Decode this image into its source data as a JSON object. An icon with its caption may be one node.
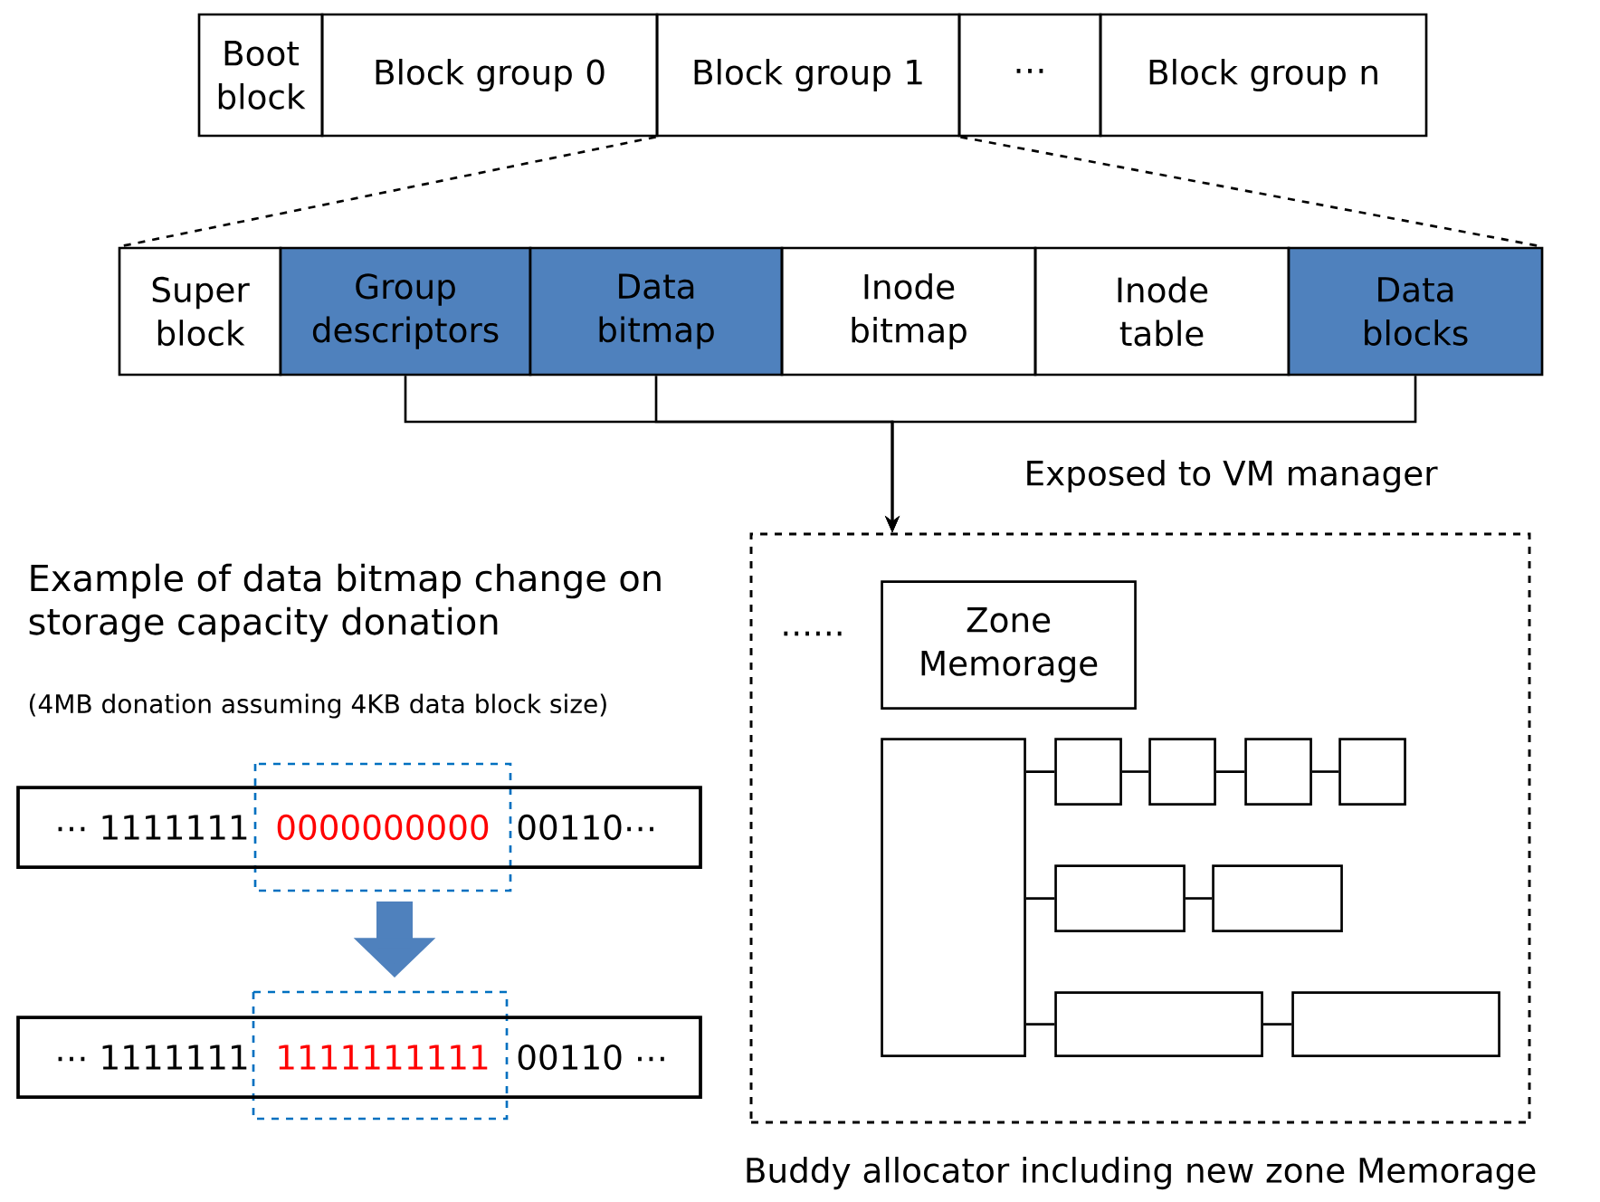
{
  "diagram": {
    "nodes": [
      {
        "text": [
          "Boot block"
        ]
      },
      {
        "text": [
          "Block group 0"
        ]
      },
      {
        "text": [
          "Block group 1"
        ]
      },
      {
        "text": [
          "⋯"
        ]
      },
      {
        "text": [
          "Block group n"
        ]
      },
      {
        "text": [
          "Super block"
        ]
      },
      {
        "text": [
          "Group descriptors"
        ]
      },
      {
        "text": [
          "Data bitmap"
        ]
      },
      {
        "text": [
          "Inode bitmap"
        ]
      },
      {
        "text": [
          "Inode table"
        ]
      },
      {
        "text": [
          "Data blocks"
        ]
      },
      {
        "text": [],
        "shape": "box",
        "beside": [
          "Buddy allocator including new zone Memorage"
        ]
      },
      {
        "text": [
          "Zone Memorage"
        ],
        "in": 11
      },
      {
        "text": [],
        "shape": "box",
        "in": 11
      },
      {
        "text": [],
        "shape": "box",
        "in": 11
      },
      {
        "text": [],
        "shape": "box",
        "in": 11
      },
      {
        "text": [],
        "shape": "box",
        "in": 11
      },
      {
        "text": [],
        "shape": "box",
        "in": 11
      },
      {
        "text": [],
        "shape": "box",
        "in": 11
      },
      {
        "text": [],
        "shape": "box",
        "in": 11
      },
      {
        "text": [],
        "shape": "box",
        "in": 11
      },
      {
        "text": [],
        "shape": "box",
        "in": 11
      },
      {
        "text": [
          "⋯ 1111111",
          "0000000000",
          "00110⋯"
        ]
      },
      {
        "text": [
          "⋯ 1111111",
          "1111111111",
          "00110 ⋯"
        ]
      }
    ],
    "edges": [
      {
        "from": 2,
        "to": 5,
        "arrow": "none",
        "style": "dashed"
      },
      {
        "from": 2,
        "to": 10,
        "arrow": "none",
        "style": "dashed"
      },
      {
        "from": 6,
        "to": 11,
        "arrow": "to"
      },
      {
        "from": 7,
        "to": 11,
        "arrow": "to"
      },
      {
        "from": 10,
        "to": 11,
        "arrow": "to",
        "label": "Exposed to VM manager"
      },
      {
        "from": 13,
        "to": 14,
        "arrow": "none"
      },
      {
        "from": 14,
        "to": 15,
        "arrow": "none"
      },
      {
        "from": 15,
        "to": 16,
        "arrow": "none"
      },
      {
        "from": 16,
        "to": 17,
        "arrow": "none"
      },
      {
        "from": 13,
        "to": 18,
        "arrow": "none"
      },
      {
        "from": 18,
        "to": 19,
        "arrow": "none"
      },
      {
        "from": 13,
        "to": 20,
        "arrow": "none"
      },
      {
        "from": 20,
        "to": 21,
        "arrow": "none"
      },
      {
        "from": 22,
        "to": 23,
        "arrow": "to",
        "style": "thick",
        "color": "#4f81bd"
      }
    ],
    "labels": [
      "......",
      "Example of data bitmap change on storage capacity donation",
      "(4MB donation assuming 4KB data block size)"
    ]
  }
}
